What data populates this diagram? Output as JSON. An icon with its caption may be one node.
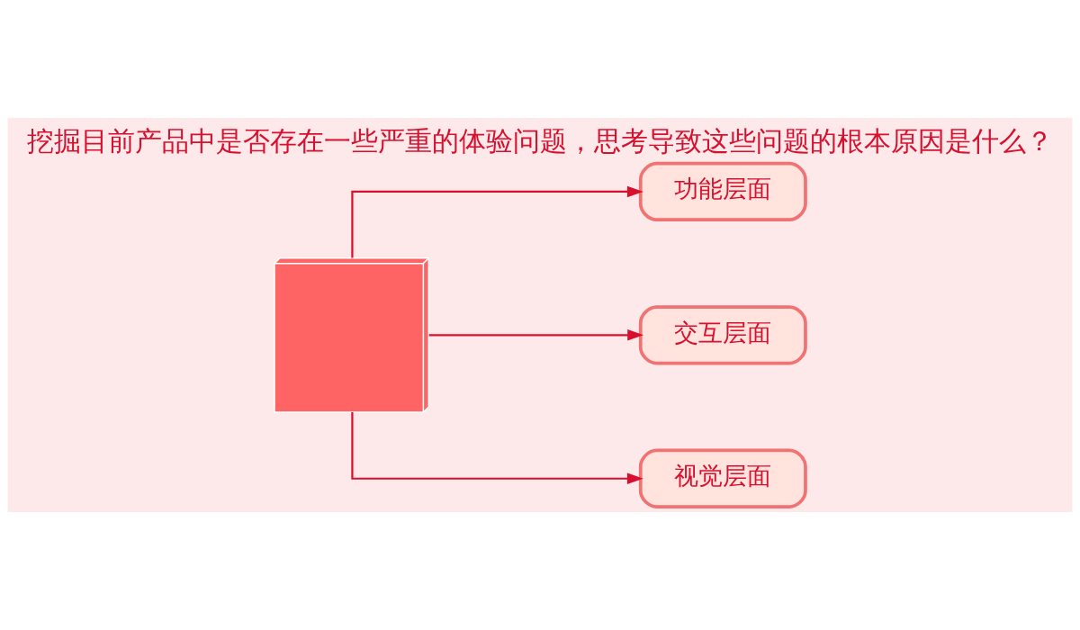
{
  "diagram": {
    "title": "挖掘目前产品中是否存在一些严重的体验问题，思考导致这些问题的根本原因是什么？",
    "nodes": [
      {
        "text": [],
        "shape": "picture"
      },
      {
        "text": [
          "功能层面"
        ]
      },
      {
        "text": [
          "交互层面"
        ]
      },
      {
        "text": [
          "视觉层面"
        ]
      }
    ],
    "edges": [
      {
        "from": 0,
        "to": 1,
        "arrow": "to"
      },
      {
        "from": 0,
        "to": 2,
        "arrow": "to"
      },
      {
        "from": 0,
        "to": 3,
        "arrow": "to"
      }
    ]
  }
}
